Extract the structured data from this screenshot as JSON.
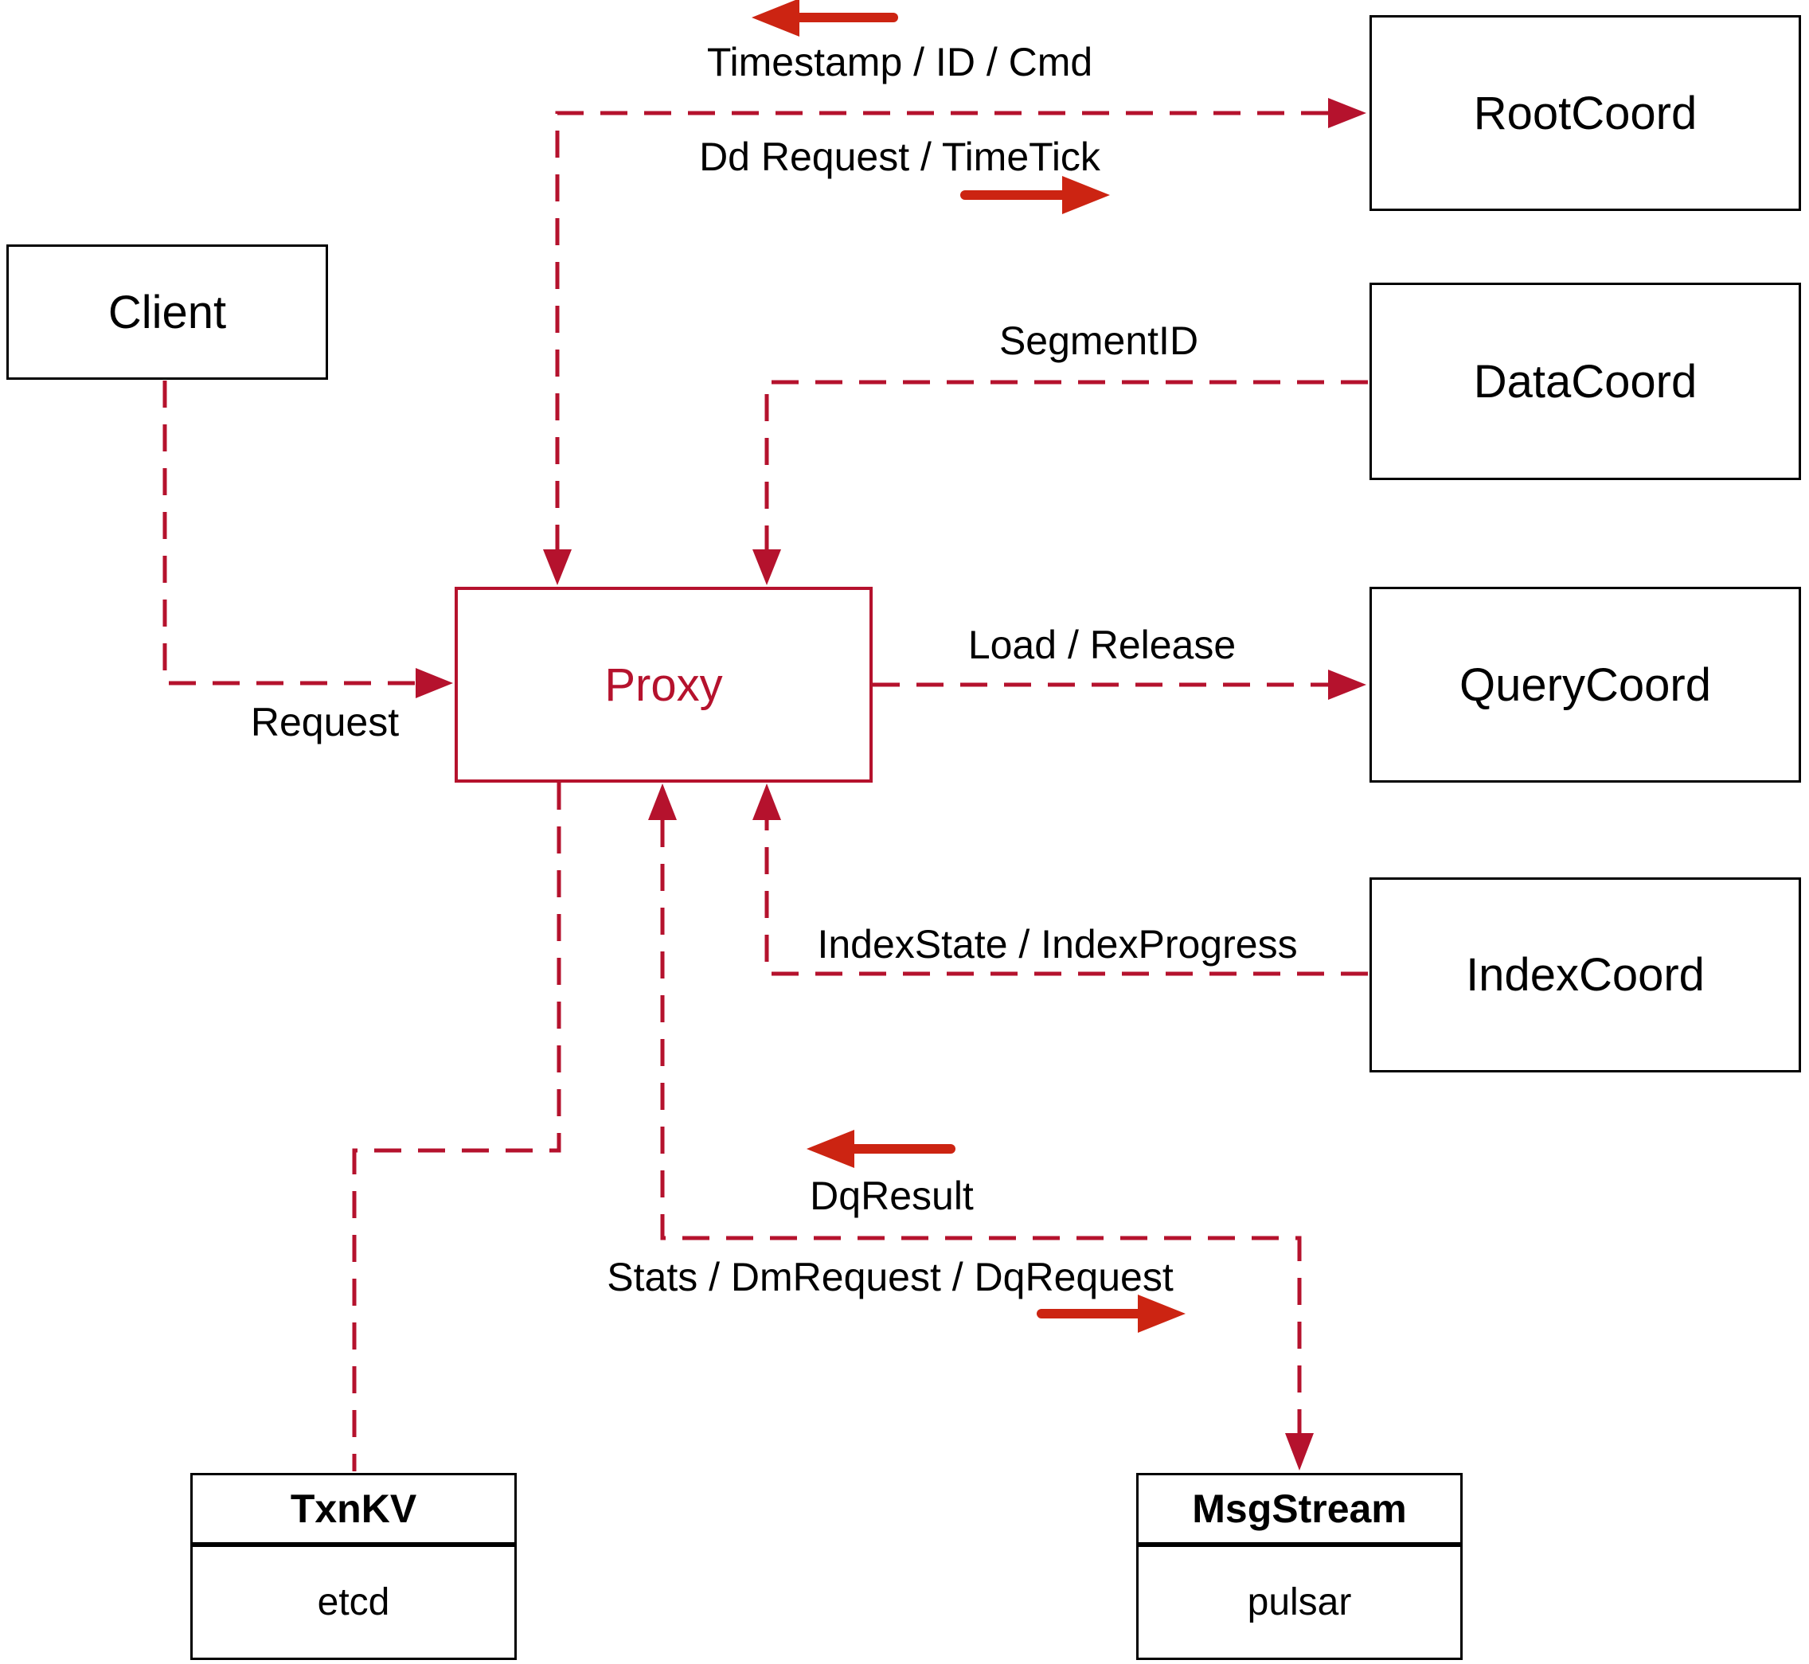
{
  "diagram": {
    "colors": {
      "connector_dash_red": "#b5122d",
      "decor_arrow_red": "#cc2412",
      "box_border_black": "#000000",
      "text_black": "#000000",
      "background": "#ffffff"
    },
    "nodes": {
      "client": {
        "label": "Client"
      },
      "rootcoord": {
        "label": "RootCoord"
      },
      "datacoord": {
        "label": "DataCoord"
      },
      "querycoord": {
        "label": "QueryCoord"
      },
      "indexcoord": {
        "label": "IndexCoord"
      },
      "proxy": {
        "label": "Proxy"
      },
      "txnkv": {
        "title": "TxnKV",
        "impl": "etcd"
      },
      "msgstream": {
        "title": "MsgStream",
        "impl": "pulsar"
      }
    },
    "edge_labels": {
      "timestamp": "Timestamp / ID / Cmd",
      "dd_request": "Dd Request / TimeTick",
      "segment_id": "SegmentID",
      "request": "Request",
      "load_release": "Load / Release",
      "index_state": "IndexState / IndexProgress",
      "dq_result": "DqResult",
      "stats": "Stats / DmRequest / DqRequest"
    }
  }
}
